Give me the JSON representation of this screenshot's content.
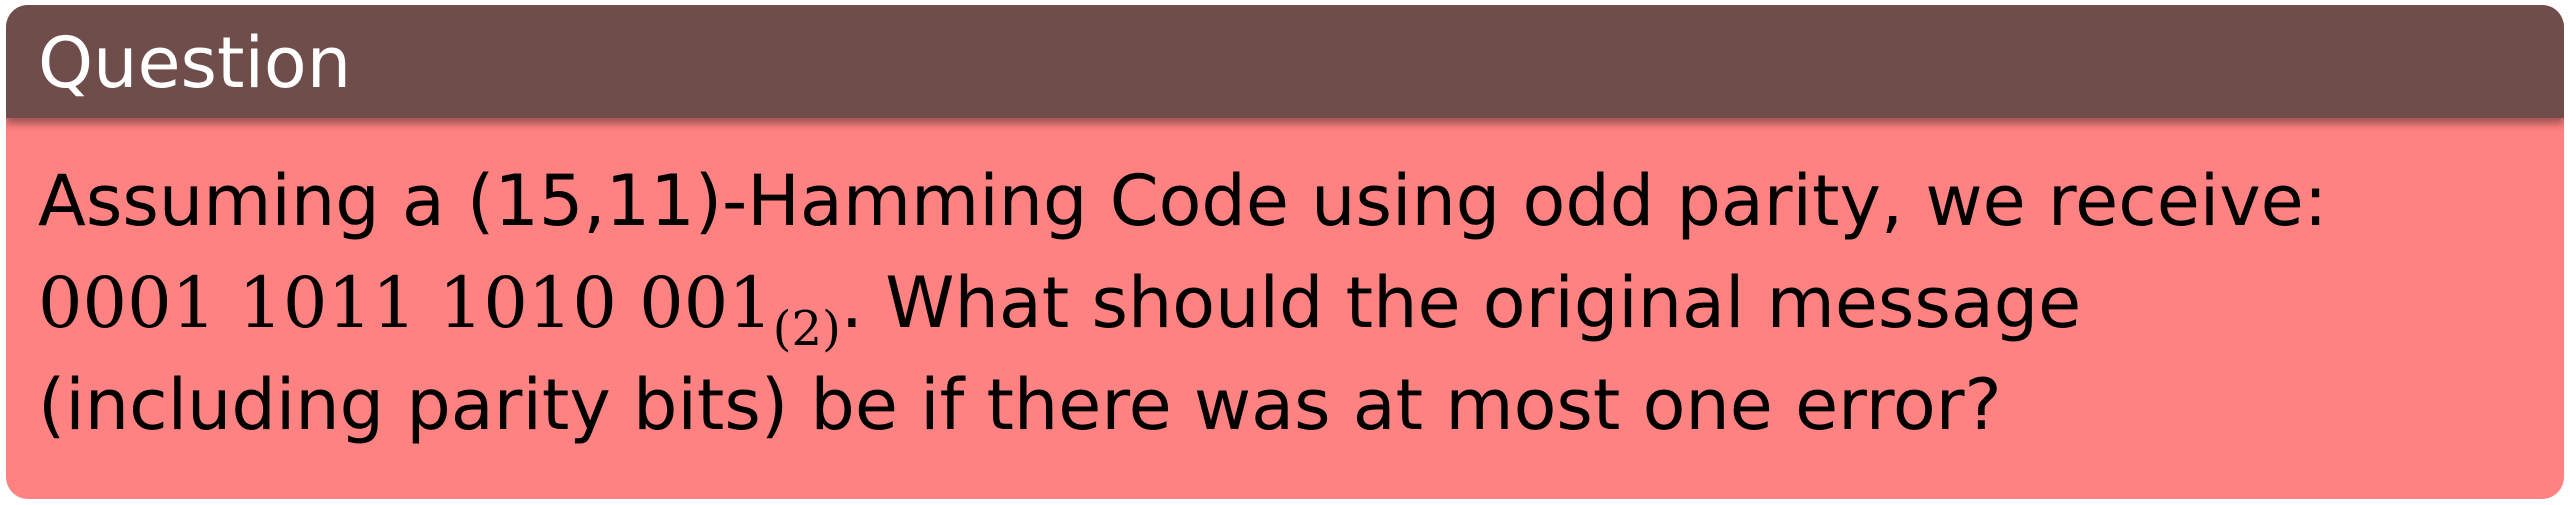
{
  "block": {
    "title": "Question",
    "line1": "Assuming a (15,11)-Hamming Code using odd parity, we receive:",
    "bits": "0001 1011 1010 001",
    "base": "(2)",
    "line2_rest": ". What should the original message",
    "line3": "(including parity bits) be if there was at most one error?"
  },
  "colors": {
    "header_bg": "#6f4d4b",
    "body_bg": "#ff8282",
    "title_text": "#ffffff",
    "body_text": "#000000"
  }
}
